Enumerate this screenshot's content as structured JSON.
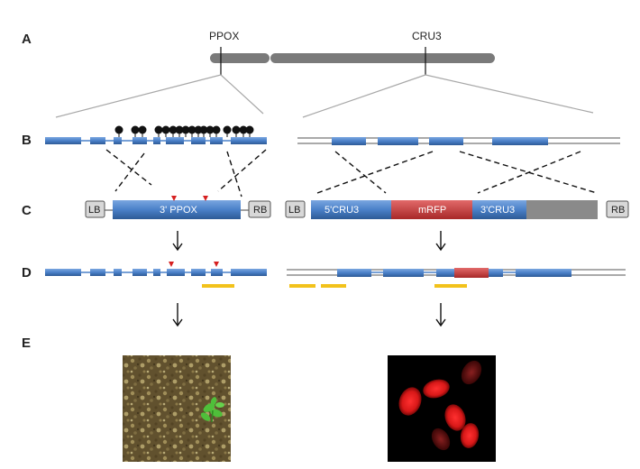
{
  "rows": {
    "A": "A",
    "B": "B",
    "C": "C",
    "D": "D",
    "E": "E"
  },
  "chromosome": {
    "left_gene": "PPOX",
    "right_gene": "CRU3"
  },
  "construct_left": {
    "lb": "LB",
    "insert": "3' PPOX",
    "rb": "RB"
  },
  "construct_right": {
    "lb": "LB",
    "part1": "5'CRU3",
    "part2": "mRFP",
    "part3": "3'CRU3",
    "rb": "RB"
  },
  "colors": {
    "exon": "#4a80c8",
    "exon_dark": "#2d5a96",
    "mrfp": "#c83a3a",
    "grey_block": "#8a8a8a",
    "chromosome": "#7a7a7a",
    "marker": "#d62020",
    "probe": "#f2c21b",
    "lollipop": "#111111"
  },
  "images": {
    "left": "seedling-on-plate",
    "right": "red-fluorescent-seeds"
  }
}
